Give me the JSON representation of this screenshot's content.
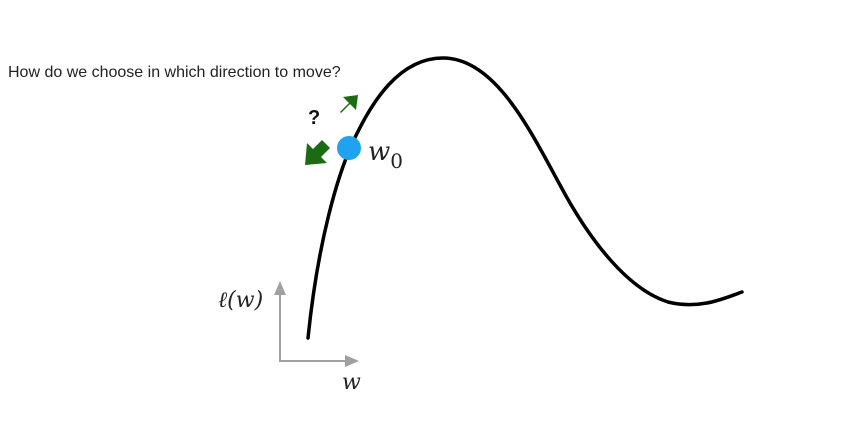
{
  "prompt": {
    "question": "How do we choose in which direction to move?"
  },
  "diagram": {
    "uncertainty_mark": "?",
    "point_label": "w",
    "point_subscript": "0",
    "y_axis_label": "ℓ(w)",
    "x_axis_label": "w"
  },
  "colors": {
    "curve": "#000000",
    "point": "#1fa2f0",
    "arrows": "#1a6b12",
    "axes": "#a0a0a0"
  }
}
